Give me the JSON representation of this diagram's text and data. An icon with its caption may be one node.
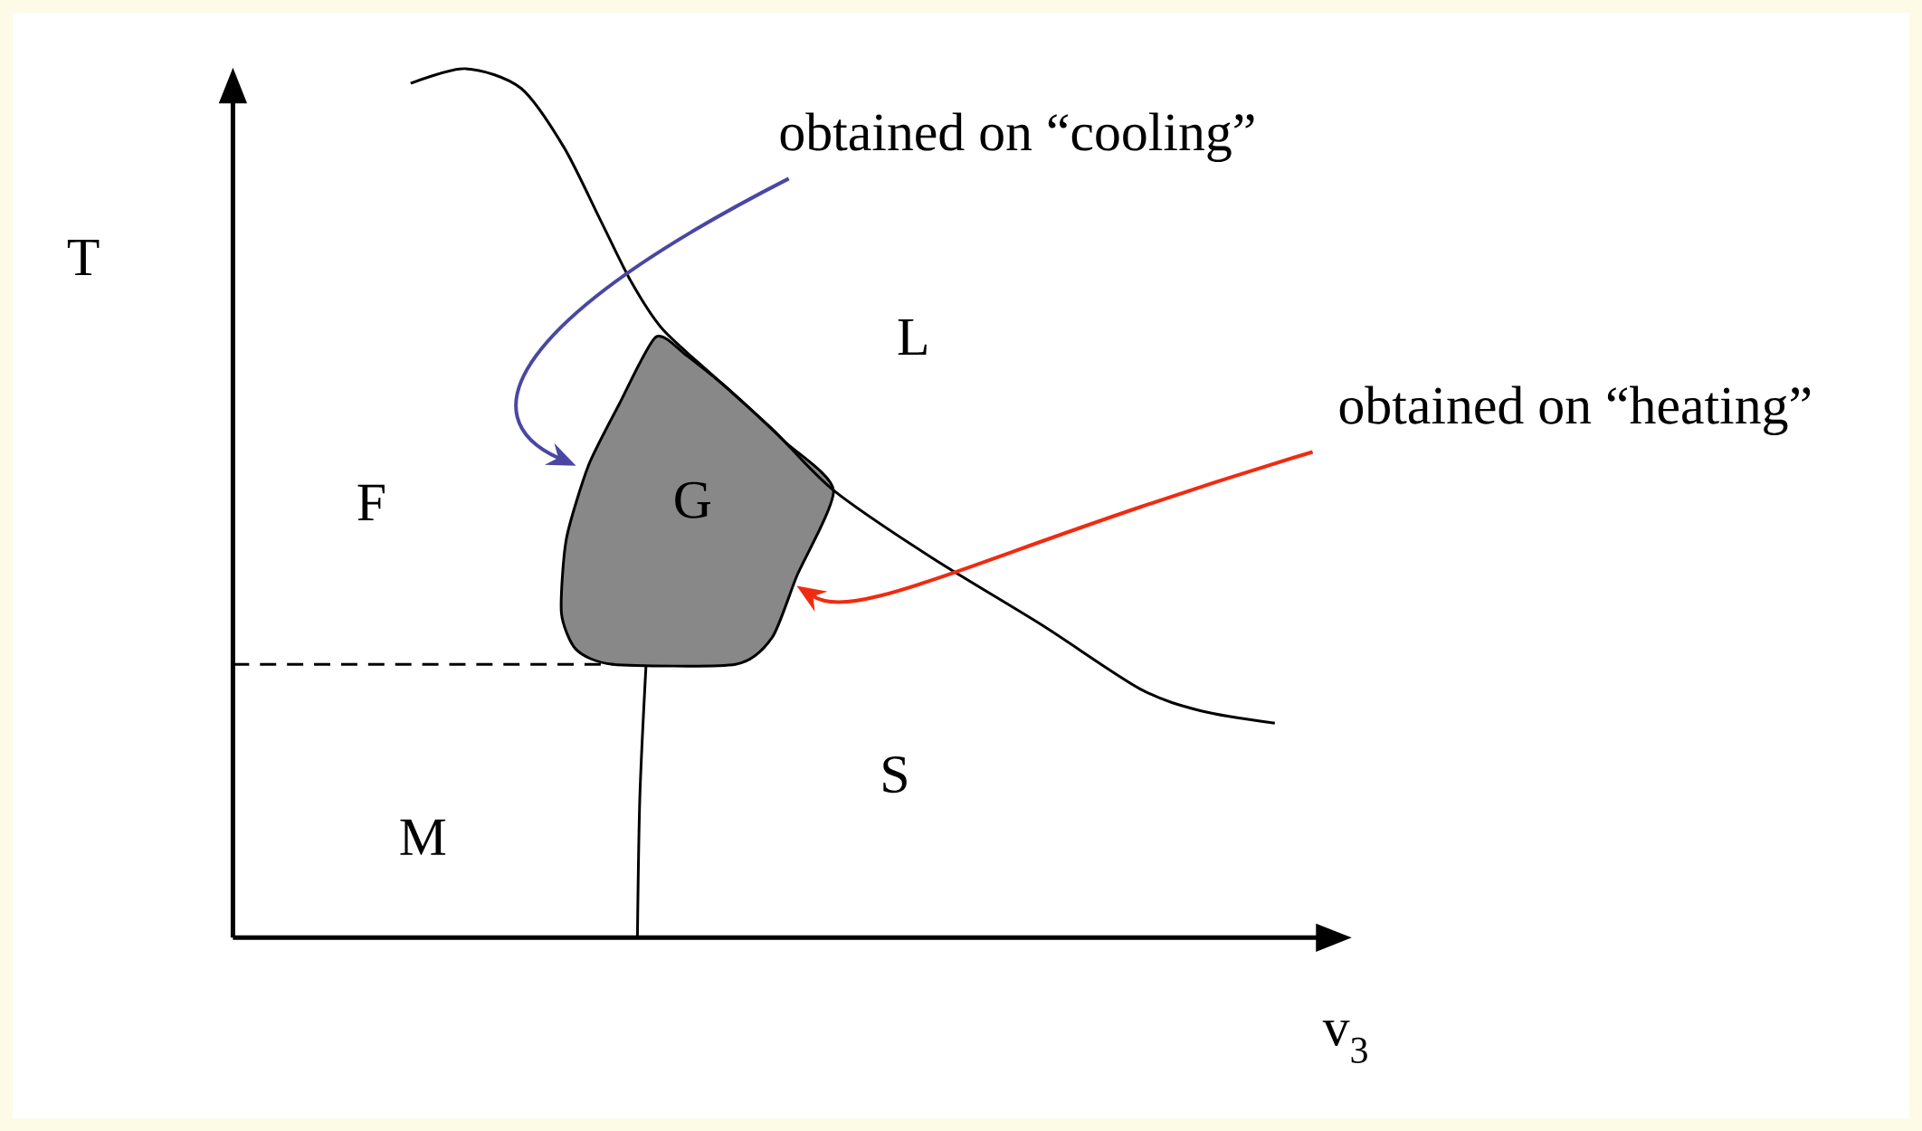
{
  "diagram": {
    "nodes": [
      {
        "text": [
          "obtained on “cooling”"
        ]
      },
      {
        "text": [
          "G"
        ]
      },
      {
        "text": [
          "obtained on “heating”"
        ]
      }
    ],
    "edges": [
      {
        "from": 0,
        "to": 1,
        "arrow": "to",
        "color": "#4a47a3"
      },
      {
        "from": 2,
        "to": 1,
        "arrow": "to",
        "color": "#f02b10"
      }
    ],
    "labels": [
      "T",
      "L",
      "F",
      "S",
      "M",
      "v$_{3}$"
    ]
  }
}
